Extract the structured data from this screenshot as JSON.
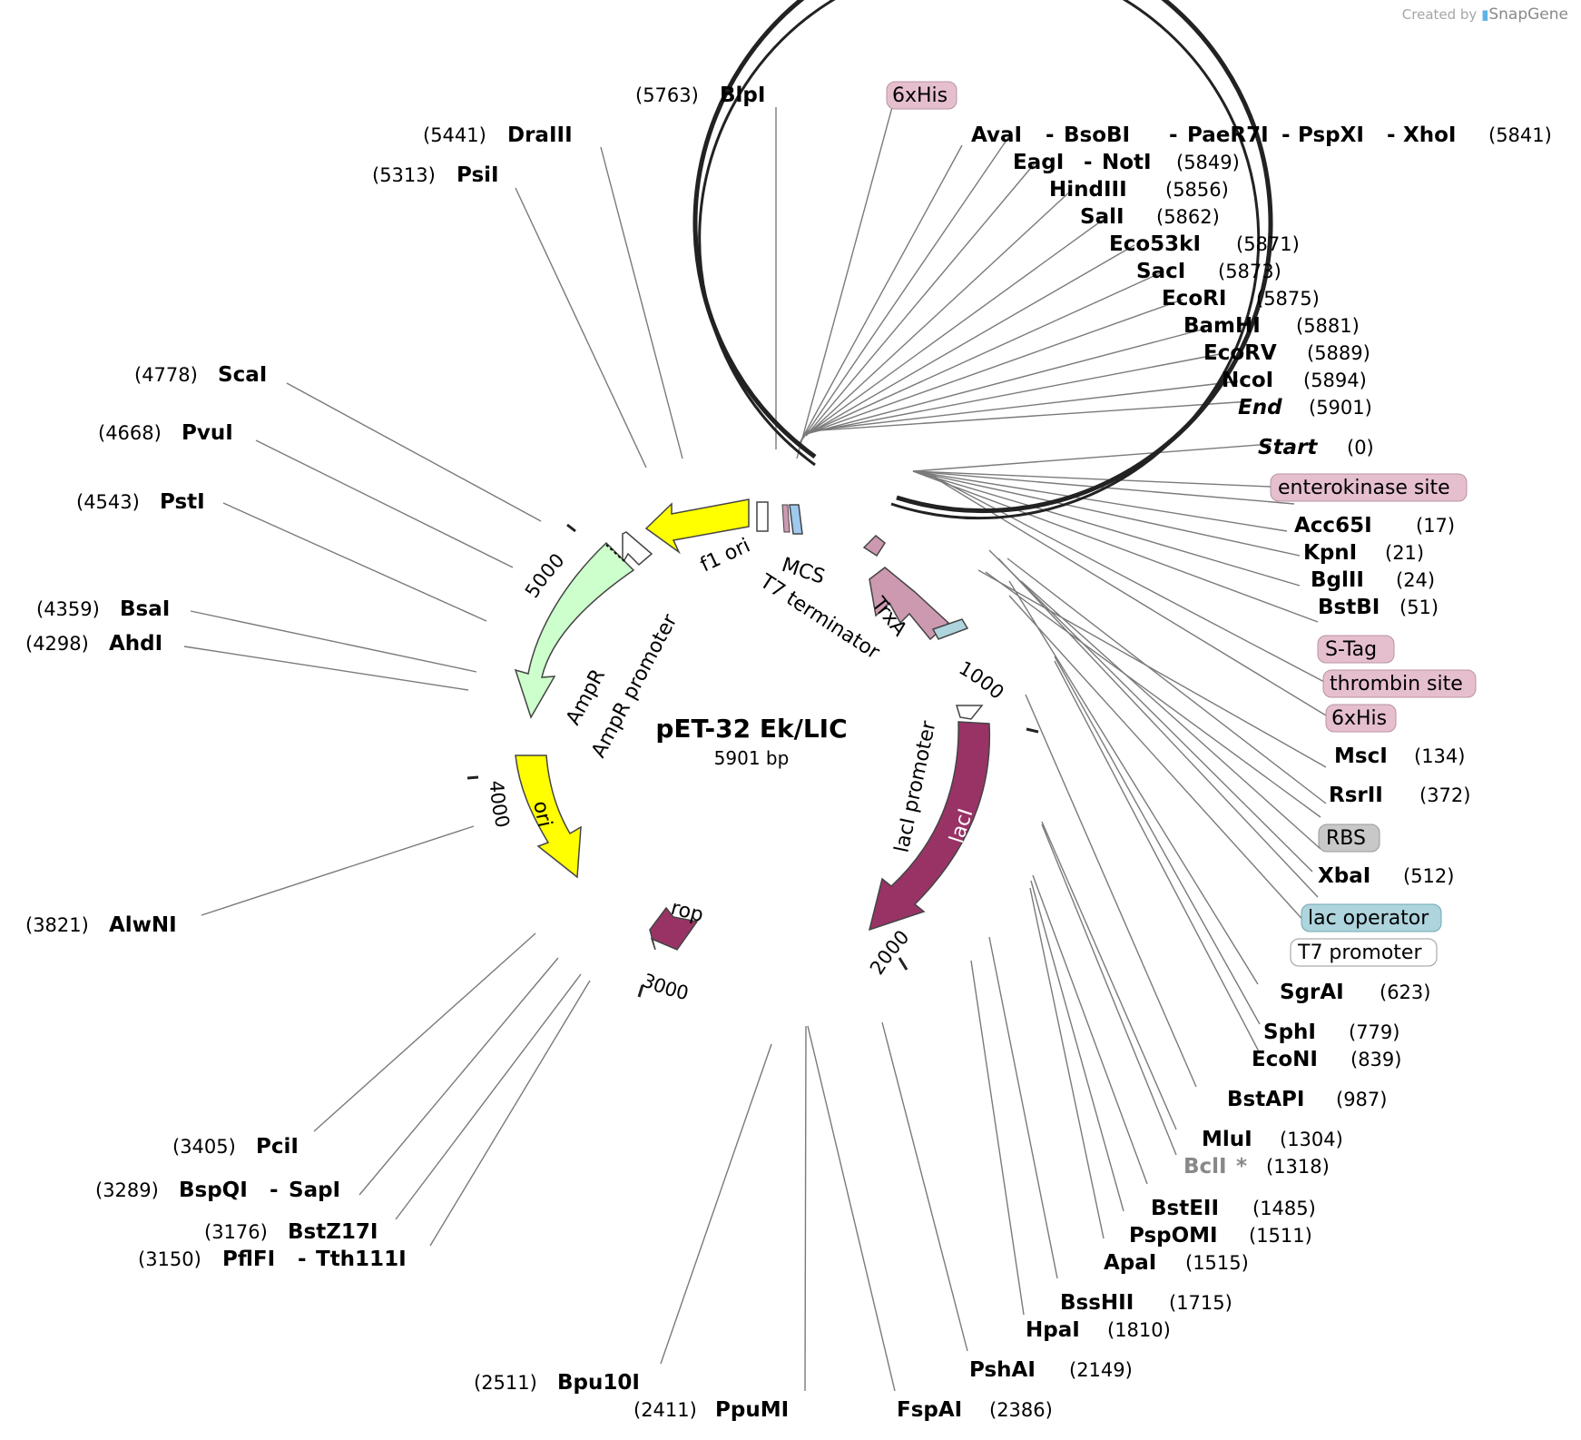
{
  "watermark": {
    "prefix": "Created by",
    "brand": "SnapGene"
  },
  "center": {
    "name": "pET-32 Ek/LIC",
    "size": "5901 bp"
  },
  "ticks": [
    "1000",
    "2000",
    "3000",
    "4000",
    "5000"
  ],
  "features": {
    "trxa": "TrxA",
    "laci": "lacI",
    "laci_promoter": "lacI promoter",
    "rop": "rop",
    "ori": "ori",
    "ampr": "AmpR",
    "ampr_promoter": "AmpR promoter",
    "f1_ori": "f1 ori",
    "mcs": "MCS",
    "t7_terminator": "T7 terminator"
  },
  "tags": {
    "his_top": "6xHis",
    "enterokinase": "enterokinase site",
    "stag": "S-Tag",
    "thrombin": "thrombin site",
    "his_right": "6xHis",
    "rbs": "RBS",
    "lac_operator": "lac operator",
    "t7_promoter": "T7 promoter"
  },
  "sites": [
    {
      "name": "BlpI",
      "pos": "(5763)"
    },
    {
      "name": "DraIII",
      "pos": "(5441)"
    },
    {
      "name": "PsiI",
      "pos": "(5313)"
    },
    {
      "name": "ScaI",
      "pos": "(4778)"
    },
    {
      "name": "PvuI",
      "pos": "(4668)"
    },
    {
      "name": "PstI",
      "pos": "(4543)"
    },
    {
      "name": "BsaI",
      "pos": "(4359)"
    },
    {
      "name": "AhdI",
      "pos": "(4298)"
    },
    {
      "name": "AlwNI",
      "pos": "(3821)"
    },
    {
      "name": "PciI",
      "pos": "(3405)"
    },
    {
      "name": "BspQI",
      "name2": "SapI",
      "pos": "(3289)"
    },
    {
      "name": "BstZ17I",
      "pos": "(3176)"
    },
    {
      "name": "PflFI",
      "name2": "Tth111I",
      "pos": "(3150)"
    },
    {
      "name": "Bpu10I",
      "pos": "(2511)"
    },
    {
      "name": "PpuMI",
      "pos": "(2411)"
    },
    {
      "name": "FspAI",
      "pos": "(2386)"
    },
    {
      "name": "PshAI",
      "pos": "(2149)"
    },
    {
      "name": "HpaI",
      "pos": "(1810)"
    },
    {
      "name": "BssHII",
      "pos": "(1715)"
    },
    {
      "name": "ApaI",
      "pos": "(1515)"
    },
    {
      "name": "PspOMI",
      "pos": "(1511)"
    },
    {
      "name": "BstEII",
      "pos": "(1485)"
    },
    {
      "name": "BclI",
      "mark": "*",
      "pos": "(1318)"
    },
    {
      "name": "MluI",
      "pos": "(1304)"
    },
    {
      "name": "BstAPI",
      "pos": "(987)"
    },
    {
      "name": "EcoNI",
      "pos": "(839)"
    },
    {
      "name": "SphI",
      "pos": "(779)"
    },
    {
      "name": "SgrAI",
      "pos": "(623)"
    },
    {
      "name": "XbaI",
      "pos": "(512)"
    },
    {
      "name": "RsrII",
      "pos": "(372)"
    },
    {
      "name": "MscI",
      "pos": "(134)"
    },
    {
      "name": "BstBI",
      "pos": "(51)"
    },
    {
      "name": "BglII",
      "pos": "(24)"
    },
    {
      "name": "KpnI",
      "pos": "(21)"
    },
    {
      "name": "Acc65I",
      "pos": "(17)"
    },
    {
      "name": "Start",
      "pos": "(0)"
    },
    {
      "name": "End",
      "pos": "(5901)"
    },
    {
      "name": "NcoI",
      "pos": "(5894)"
    },
    {
      "name": "EcoRV",
      "pos": "(5889)"
    },
    {
      "name": "BamHI",
      "pos": "(5881)"
    },
    {
      "name": "EcoRI",
      "pos": "(5875)"
    },
    {
      "name": "SacI",
      "pos": "(5873)"
    },
    {
      "name": "Eco53kI",
      "pos": "(5871)"
    },
    {
      "name": "SalI",
      "pos": "(5862)"
    },
    {
      "name": "HindIII",
      "pos": "(5856)"
    },
    {
      "name": "EagI",
      "name2": "NotI",
      "pos": "(5849)"
    },
    {
      "name": "AvaI",
      "name2": "BsoBI",
      "name3": "PaeR7I",
      "name4": "PspXI",
      "name5": "XhoI",
      "pos": "(5841)"
    }
  ],
  "colors": {
    "backbone": "#222222",
    "yellow": "#ffff00",
    "green": "#ccffcc",
    "trxa": "#cc99b0",
    "laci": "#993366",
    "rop": "#993366",
    "tag_pink": "#e6bfcf",
    "tag_blue": "#aed4dd",
    "tag_gray": "#c8c8c8",
    "leader": "#7a7a7a",
    "mcs_blue": "#9fc9ef"
  }
}
